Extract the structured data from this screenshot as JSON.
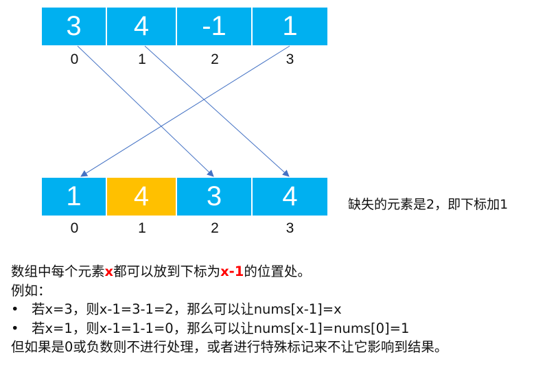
{
  "colors": {
    "cell_blue": "#00B0F0",
    "cell_orange": "#FFC000",
    "arrow": "#4472C4",
    "highlight": "#FF0000"
  },
  "top_array": {
    "cells": [
      {
        "value": "3",
        "color": "#00B0F0"
      },
      {
        "value": "4",
        "color": "#00B0F0"
      },
      {
        "value": "-1",
        "color": "#00B0F0"
      },
      {
        "value": "1",
        "color": "#00B0F0"
      }
    ],
    "indices": [
      "0",
      "1",
      "2",
      "3"
    ]
  },
  "bottom_array": {
    "cells": [
      {
        "value": "1",
        "color": "#00B0F0"
      },
      {
        "value": "4",
        "color": "#FFC000"
      },
      {
        "value": "3",
        "color": "#00B0F0"
      },
      {
        "value": "4",
        "color": "#00B0F0"
      }
    ],
    "indices": [
      "0",
      "1",
      "2",
      "3"
    ]
  },
  "arrows": [
    {
      "from_index": 0,
      "to_index": 2,
      "label": "3 -> index 2"
    },
    {
      "from_index": 1,
      "to_index": 3,
      "label": "4 -> index 3"
    },
    {
      "from_index": 3,
      "to_index": 0,
      "label": "1 -> index 0"
    }
  ],
  "side_note": "缺失的元素是2，即下标加1",
  "explanation": {
    "line1": {
      "pre": "数组中每个元素",
      "x": "x",
      "mid": "都可以放到下标为",
      "xm1": "x-1",
      "post": "的位置处。"
    },
    "line2": "例如：",
    "bullets": [
      "若x=3，则x-1=3-1=2，那么可以让nums[x-1]=x",
      "若x=1，则x-1=1-1=0，那么可以让nums[x-1]=nums[0]=1"
    ],
    "bullet_symbol": "•",
    "line_last": "但如果是0或负数则不进行处理，或者进行特殊标记来不让它影响到结果。"
  }
}
